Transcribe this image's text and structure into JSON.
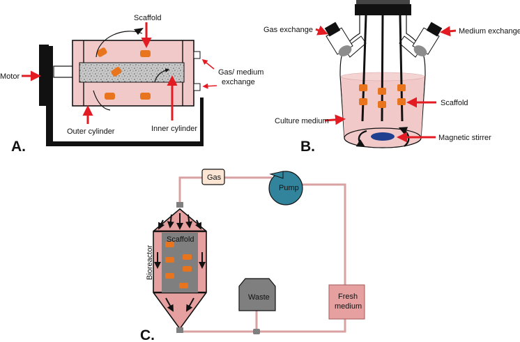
{
  "panel_a": {
    "letter": "A.",
    "labels": {
      "scaffold": "Scaffold",
      "motor": "Motor",
      "gas_medium_line1": "Gas/ medium",
      "gas_medium_line2": "exchange",
      "outer_cylinder": "Outer cylinder",
      "inner_cylinder": "Inner cylinder"
    }
  },
  "panel_b": {
    "letter": "B.",
    "labels": {
      "gas_exchange": "Gas exchange",
      "medium_exchange": "Medium exchange",
      "scaffold": "Scaffold",
      "culture_medium": "Culture medium",
      "magnetic_stirrer": "Magnetic stirrer"
    }
  },
  "panel_c": {
    "letter": "C.",
    "labels": {
      "gas": "Gas",
      "pump": "Pump",
      "scaffold": "Scaffold",
      "bioreactor": "Bioreactor",
      "waste": "Waste",
      "fresh_line1": "Fresh",
      "fresh_line2": "medium"
    }
  },
  "colors": {
    "arrow_red": "#e31b23",
    "scaffold_orange": "#e8741e",
    "medium_pink": "#f2c9c9",
    "tube_pink": "#d9a1a1",
    "pump_teal": "#31849b",
    "gas_box": "#fde5d3",
    "fresh_box": "#e6a0a0",
    "waste_gray": "#7f7f7f",
    "stirrer_blue": "#1f3f8f"
  }
}
